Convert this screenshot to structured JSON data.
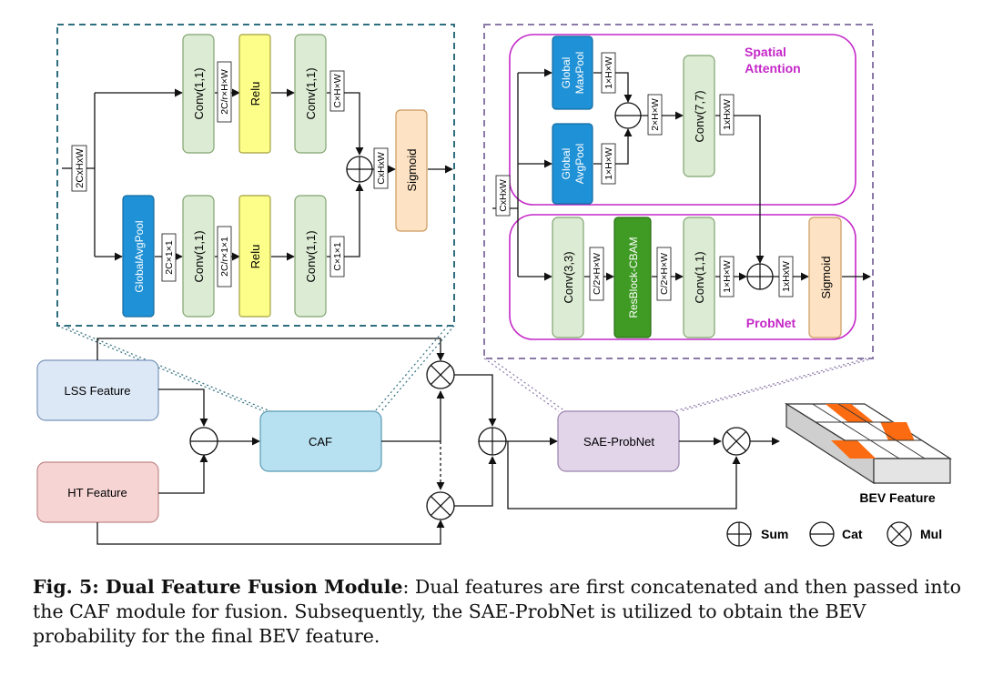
{
  "caf_detail": {
    "input_dim": "2CxHxW",
    "top_conv1": "Conv(1,1)",
    "top_dim1": "2C/r×H×W",
    "top_relu": "Relu",
    "top_conv2": "Conv(1,1)",
    "top_dim2": "C×H×W",
    "gap": "GlobalAvgPool",
    "bot_dim0": "2C×1×1",
    "bot_conv1": "Conv(1,1)",
    "bot_dim1": "2C/r×1×1",
    "bot_relu": "Relu",
    "bot_conv2": "Conv(1,1)",
    "bot_dim2": "C×1×1",
    "sum_dim": "CxHxW",
    "sigmoid": "Sigmoid"
  },
  "sae_detail": {
    "input_dim": "CxHxW",
    "maxpool_line1": "Global",
    "maxpool_line2": "MaxPool",
    "avgpool_line1": "Global",
    "avgpool_line2": "AvgPool",
    "maxpool_dim": "1×H×W",
    "avgpool_dim": "1×H×W",
    "cat_dim": "2×H×W",
    "conv77": "Conv(7,7)",
    "conv77_dim": "1xHxW",
    "sa_title_line1": "Spatial",
    "sa_title_line2": "Attention",
    "conv33": "Conv(3,3)",
    "conv33_dim": "C/2×H×W",
    "resblock": "ResBlock-CBAM",
    "resblock_dim": "C/2×H×W",
    "conv11": "Conv(1,1)",
    "conv11_dim": "1×H×W",
    "sum_dim": "1xHxW",
    "sigmoid": "Sigmoid",
    "probnet_title": "ProbNet"
  },
  "main": {
    "lss": "LSS Feature",
    "ht": "HT Feature",
    "caf": "CAF",
    "sae": "SAE-ProbNet",
    "bev": "BEV Feature"
  },
  "legend": {
    "sum": "Sum",
    "cat": "Cat",
    "mul": "Mul"
  },
  "colors": {
    "conv_green": "#dcebd3",
    "relu_yellow": "#fdfd8a",
    "pool_blue": "#1f91d6",
    "sigmoid_orange": "#fde3c4",
    "resblock_green": "#3f9b23",
    "lss_blue": "#dde8f6",
    "ht_red": "#f7d4d4",
    "caf_cyan": "#b7e0f0",
    "sae_purple": "#e2d5ea",
    "bev_orange": "#fb6c12",
    "caf_border": "#2f6e7e",
    "sae_border": "#8b7aa8",
    "magenta": "#c428c8"
  },
  "caption": {
    "label": "Fig. 5: Dual Feature Fusion Module",
    "text": ": Dual features are first concatenated and then passed into the CAF module for fusion. Subsequently, the SAE-ProbNet is utilized to obtain the BEV probability for the final BEV feature."
  }
}
